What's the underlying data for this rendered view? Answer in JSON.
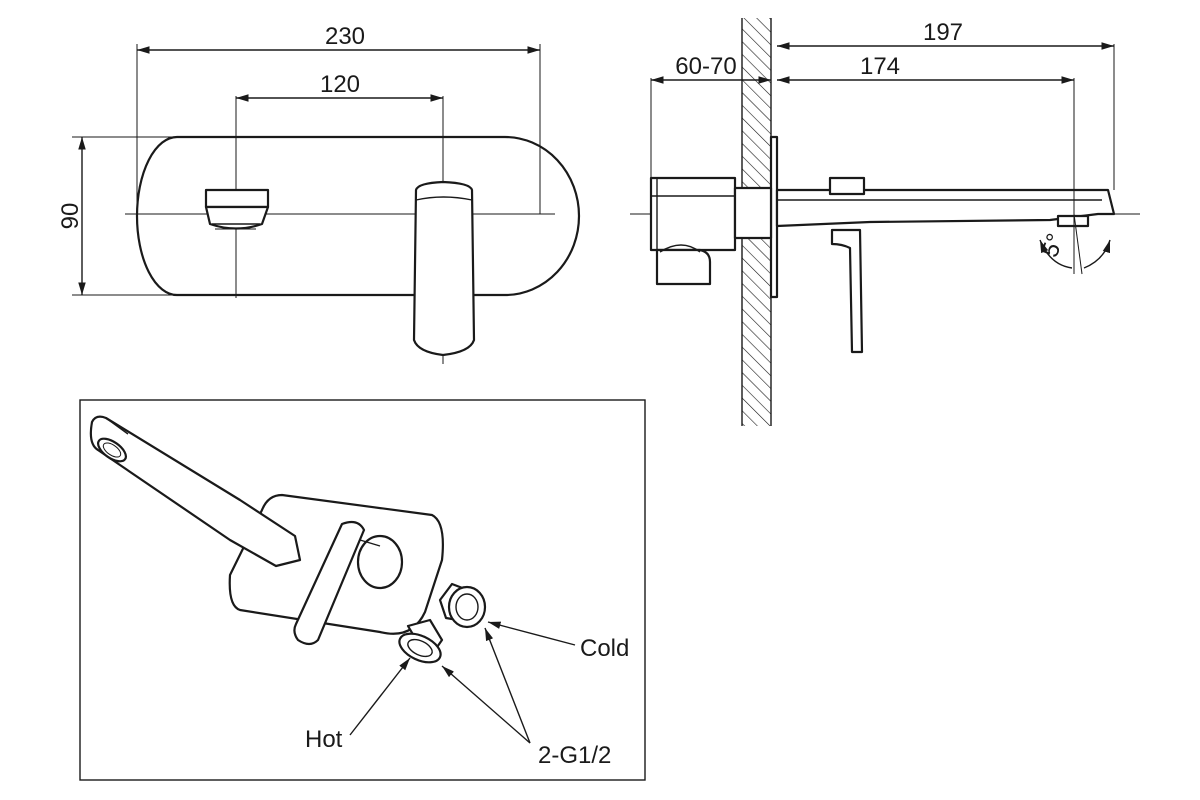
{
  "front_view": {
    "dim_width": "230",
    "dim_spacing": "120",
    "dim_height": "90"
  },
  "side_view": {
    "dim_total": "197",
    "dim_wall_depth": "60-70",
    "dim_spout": "174",
    "dim_angle": "5°"
  },
  "iso_view": {
    "label_cold": "Cold",
    "label_hot": "Hot",
    "label_thread": "2-G1/2"
  }
}
